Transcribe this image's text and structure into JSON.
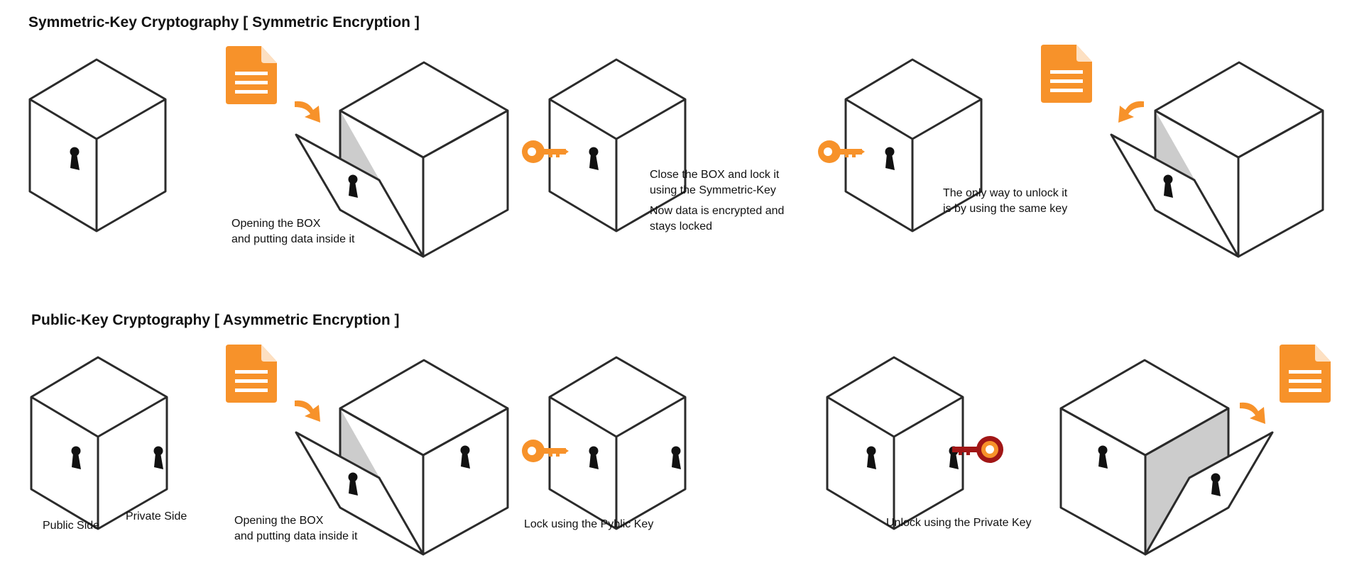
{
  "sections": {
    "symmetric": {
      "title": "Symmetric-Key Cryptography [ Symmetric Encryption ]",
      "captions": {
        "open": [
          "Opening the BOX",
          "and putting data inside it"
        ],
        "close": [
          "Close the BOX and lock it",
          "using the Symmetric-Key"
        ],
        "encrypted": [
          "Now data is encrypted and",
          "stays locked"
        ],
        "unlock": [
          "The only way to unlock it",
          "is by using the same key"
        ]
      }
    },
    "asymmetric": {
      "title": "Public-Key Cryptography [ Asymmetric Encryption ]",
      "captions": {
        "public_side": "Public Side",
        "private_side": "Private Side",
        "open": [
          "Opening the BOX",
          "and putting data inside it"
        ],
        "lock": "Lock using the Pyblic Key",
        "unlock": "Unlock using the Private Key"
      }
    }
  },
  "colors": {
    "accent": "#f7922a",
    "stroke": "#2b2b2b",
    "inner": "#cccccc",
    "private_key": "#a11616"
  },
  "icons": [
    "box-icon",
    "document-icon",
    "arrow-icon",
    "public-key-icon",
    "private-key-icon",
    "keyhole-icon"
  ]
}
